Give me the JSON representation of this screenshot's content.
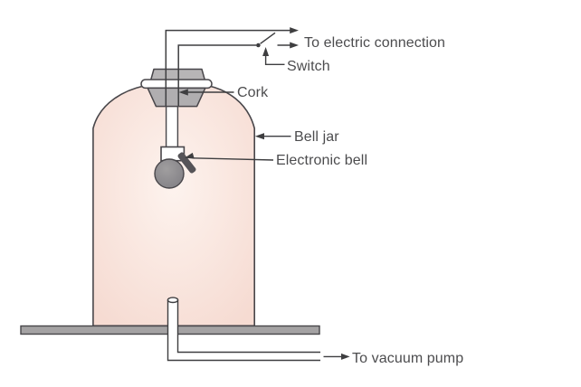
{
  "labels": {
    "to_electric_connection": "To electric connection",
    "switch": "Switch",
    "cork": "Cork",
    "bell_jar": "Bell jar",
    "electronic_bell": "Electronic bell",
    "to_vacuum_pump": "To vacuum pump"
  },
  "icons": {
    "arrowhead": "►",
    "switch_contact": "●"
  },
  "colors": {
    "background": "#ffffff",
    "outline": "#48464a",
    "line": "#3e3e40",
    "text": "#4c4c4e",
    "jar_fill_center": "#fdf3ee",
    "jar_fill_edge": "#f6dbd2",
    "cork_cap_gray": "#b7b5b6",
    "cork_gray": "#b0aeb0",
    "ring_white": "#ffffff",
    "plate_gray": "#a4a2a3",
    "bell_center": "#a09e9f",
    "bell_edge": "#828085",
    "striker_gray": "#565458",
    "tube_white": "#ffffff"
  }
}
